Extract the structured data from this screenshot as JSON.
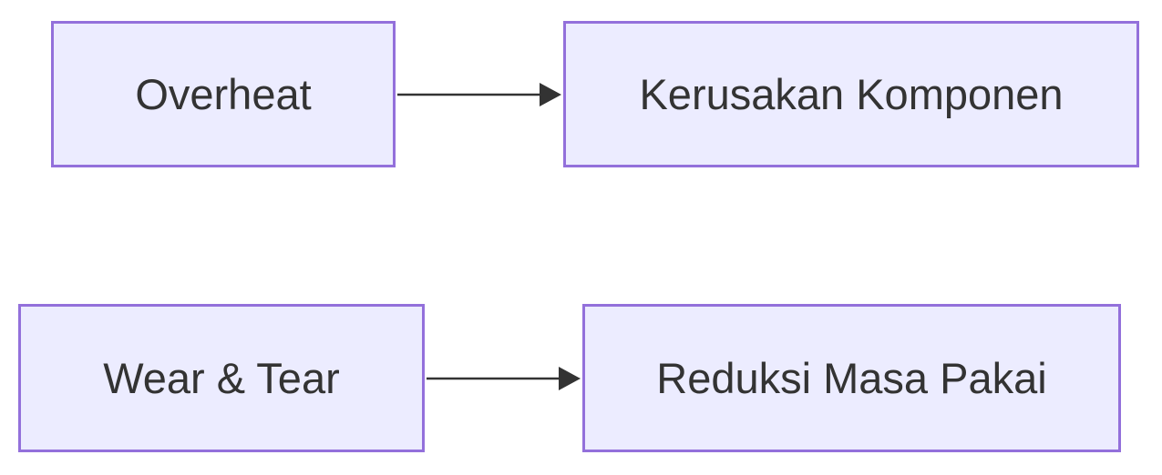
{
  "diagram": {
    "type": "flowchart",
    "direction": "left-right",
    "nodes": [
      {
        "id": "overheat",
        "label": "Overheat"
      },
      {
        "id": "kerusakan-komponen",
        "label": "Kerusakan Komponen"
      },
      {
        "id": "wear-tear",
        "label": "Wear & Tear"
      },
      {
        "id": "reduksi-masa-pakai",
        "label": "Reduksi Masa Pakai"
      }
    ],
    "edges": [
      {
        "from": "Overheat",
        "to": "Kerusakan Komponen",
        "style": "arrow"
      },
      {
        "from": "Wear & Tear",
        "to": "Reduksi Masa Pakai",
        "style": "arrow"
      }
    ],
    "colors": {
      "node_fill": "#ECECFF",
      "node_border": "#9370DB",
      "node_text": "#333333",
      "arrow": "#333333",
      "background": "#FFFFFF"
    }
  }
}
